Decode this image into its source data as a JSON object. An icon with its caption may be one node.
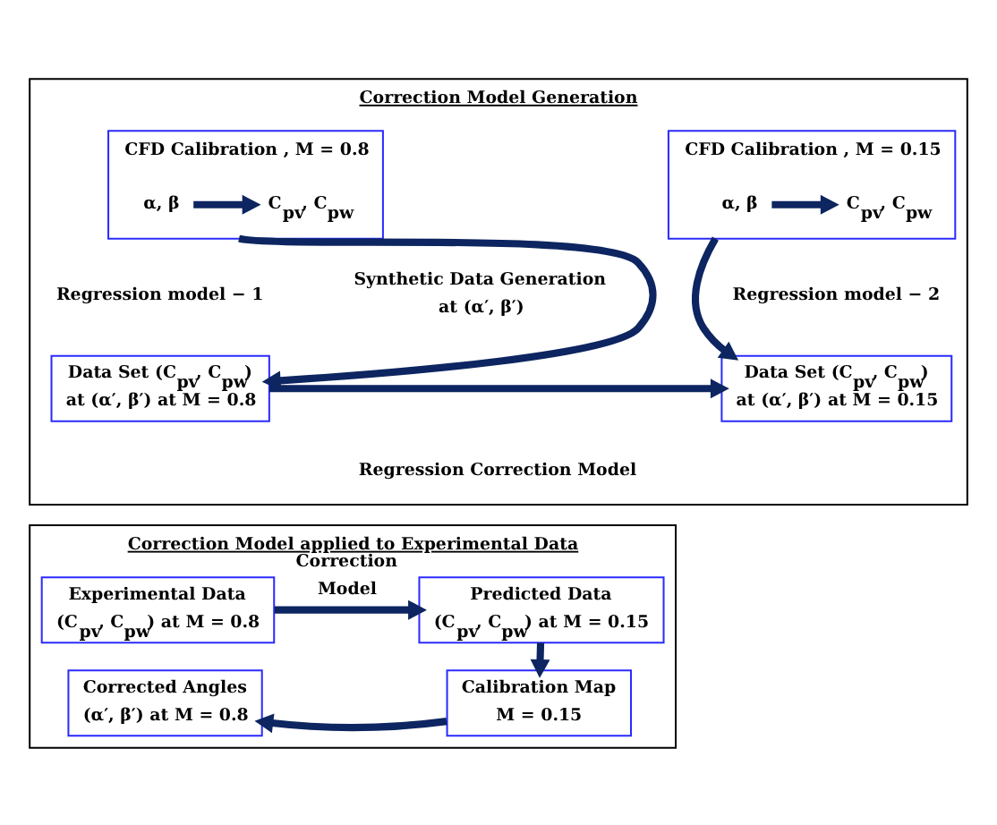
{
  "diagram": {
    "nodes": [
      {
        "text": [
          "Correction Model Generation",
          "Regression Correction Model"
        ]
      },
      {
        "text": [
          "CFD Calibration , M = 0.8"
        ],
        "in": 0,
        "beside": [
          "Regression model − 1"
        ]
      },
      {
        "text": [
          "α, β"
        ],
        "in": 1
      },
      {
        "text": [
          "C$_{pv}$, C$_{pw}$"
        ],
        "in": 1
      },
      {
        "text": [
          "CFD Calibration , M = 0.15"
        ],
        "in": 0,
        "beside": [
          "Regression model − 2"
        ]
      },
      {
        "text": [
          "α, β"
        ],
        "in": 4
      },
      {
        "text": [
          "C$_{pv}$, C$_{pw}$"
        ],
        "in": 4
      },
      {
        "text": [
          "Data Set (C$_{pv}$, C$_{pw}$) at (α′, β′) at M = 0.8"
        ],
        "in": 0
      },
      {
        "text": [
          "Data Set (C$_{pv}$, C$_{pw}$) at (α′, β′) at M = 0.15"
        ],
        "in": 0
      },
      {
        "text": [
          "Correction Model applied to Experimental Data"
        ]
      },
      {
        "text": [
          "Experimental Data (C$_{pv}$, C$_{pw}$) at M = 0.8"
        ],
        "in": 9
      },
      {
        "text": [
          "Predicted Data (C$_{pv}$, C$_{pw}$) at M = 0.15"
        ],
        "in": 9
      },
      {
        "text": [
          "Calibration Map M = 0.15"
        ],
        "in": 9
      },
      {
        "text": [
          "Corrected Angles (α′, β′) at M = 0.8"
        ],
        "in": 9
      }
    ],
    "edges": [
      {
        "from": 2,
        "to": 3,
        "arrow": "to"
      },
      {
        "from": 5,
        "to": 6,
        "arrow": "to"
      },
      {
        "from": 1,
        "to": 7,
        "arrow": "to"
      },
      {
        "from": 4,
        "to": 8,
        "arrow": "to"
      },
      {
        "from": 7,
        "to": 8,
        "arrow": "to"
      },
      {
        "from": 10,
        "to": 11,
        "arrow": "to",
        "label": "Correction Model"
      },
      {
        "from": 11,
        "to": 12,
        "arrow": "to"
      },
      {
        "from": 12,
        "to": 13,
        "arrow": "to"
      }
    ],
    "labels": [
      "Synthetic Data Generation at (α′, β′)"
    ]
  }
}
